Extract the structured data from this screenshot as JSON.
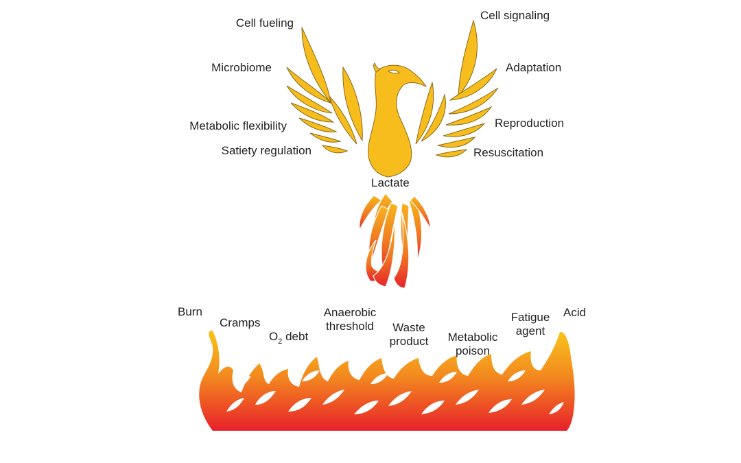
{
  "center_label": "Lactate",
  "phoenix_roles": {
    "left": [
      "Cell fueling",
      "Microbiome",
      "Metabolic flexibility",
      "Satiety regulation"
    ],
    "right": [
      "Cell signaling",
      "Adaptation",
      "Reproduction",
      "Resuscitation"
    ]
  },
  "flame_myths": {
    "burn": "Burn",
    "cramps": "Cramps",
    "o2_debt": {
      "o": "O",
      "sub": "2",
      "rest": " debt"
    },
    "anaerobic_threshold": [
      "Anaerobic",
      "threshold"
    ],
    "waste_product": [
      "Waste",
      "product"
    ],
    "metabolic_poison": [
      "Metabolic",
      "poison"
    ],
    "fatigue_agent": [
      "Fatigue",
      "agent"
    ],
    "acid": "Acid"
  },
  "colors": {
    "phoenix_body": "#f6bd1c",
    "outline": "#8a6a1a",
    "flame_top": "#f9c21a",
    "flame_mid": "#f28a1e",
    "flame_bottom": "#e8212a"
  }
}
